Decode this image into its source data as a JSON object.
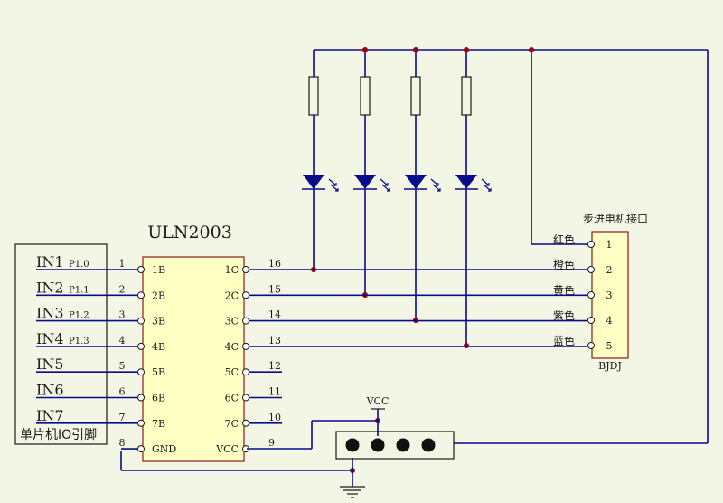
{
  "ic": {
    "name": "ULN2003",
    "left_pins": [
      {
        "num": "1",
        "label": "1B"
      },
      {
        "num": "2",
        "label": "2B"
      },
      {
        "num": "3",
        "label": "3B"
      },
      {
        "num": "4",
        "label": "4B"
      },
      {
        "num": "5",
        "label": "5B"
      },
      {
        "num": "6",
        "label": "6B"
      },
      {
        "num": "7",
        "label": "7B"
      },
      {
        "num": "8",
        "label": "GND"
      }
    ],
    "right_pins": [
      {
        "num": "16",
        "label": "1C"
      },
      {
        "num": "15",
        "label": "2C"
      },
      {
        "num": "14",
        "label": "3C"
      },
      {
        "num": "13",
        "label": "4C"
      },
      {
        "num": "12",
        "label": "5C"
      },
      {
        "num": "11",
        "label": "6C"
      },
      {
        "num": "10",
        "label": "7C"
      },
      {
        "num": "9",
        "label": "VCC"
      }
    ]
  },
  "inputs": [
    {
      "name": "IN1",
      "port": "P1.0"
    },
    {
      "name": "IN2",
      "port": "P1.1"
    },
    {
      "name": "IN3",
      "port": "P1.2"
    },
    {
      "name": "IN4",
      "port": "P1.3"
    },
    {
      "name": "IN5",
      "port": ""
    },
    {
      "name": "IN6",
      "port": ""
    },
    {
      "name": "IN7",
      "port": ""
    }
  ],
  "mcu_label": "单片机IO引脚",
  "motor": {
    "title": "步进电机接口",
    "ref": "BJDJ",
    "pins": [
      {
        "num": "1",
        "color": "红色"
      },
      {
        "num": "2",
        "color": "橙色"
      },
      {
        "num": "3",
        "color": "黄色"
      },
      {
        "num": "4",
        "color": "紫色"
      },
      {
        "num": "5",
        "color": "蓝色"
      }
    ]
  },
  "power": {
    "vcc_label": "VCC"
  },
  "colors": {
    "wire": "#0a0a8c",
    "junction": "#a00000",
    "component": "#1a1a1a",
    "background": "#f3f6e4"
  }
}
